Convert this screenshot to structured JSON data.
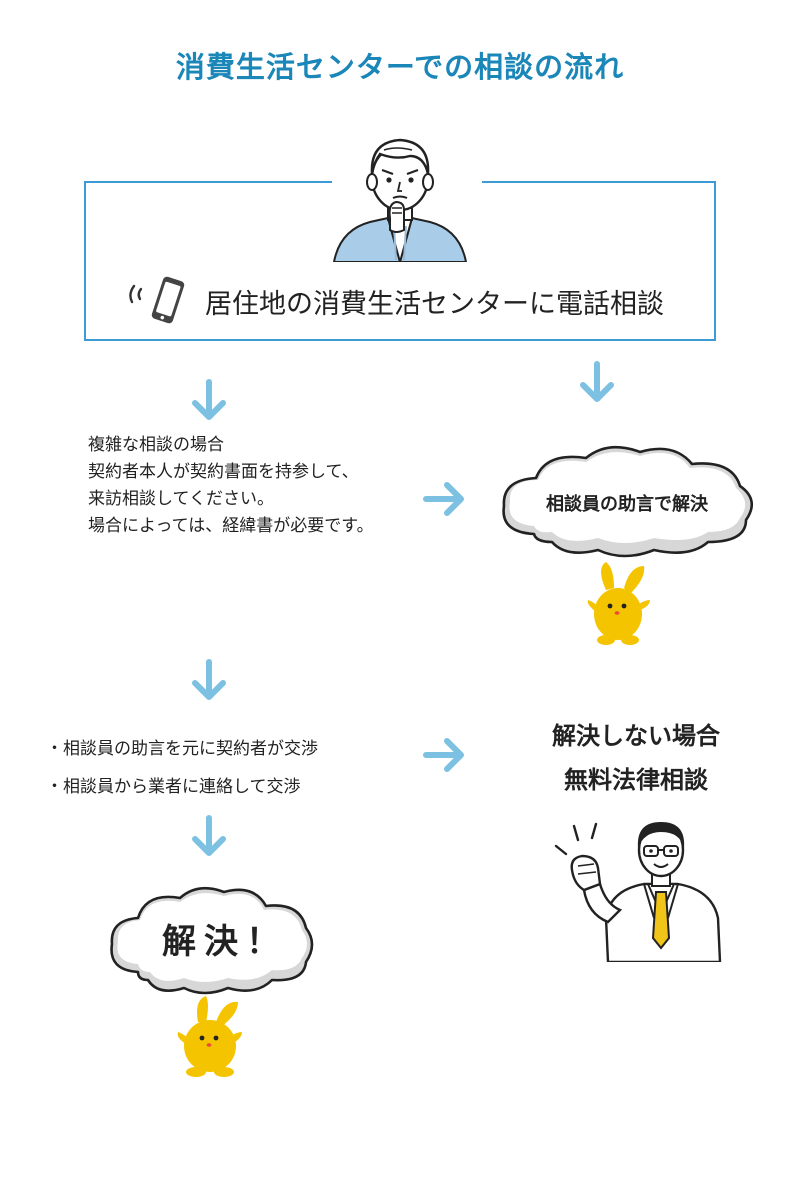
{
  "title": "消費生活センターでの相談の流れ",
  "step1": {
    "label": "居住地の消費生活センターに電話相談",
    "icon": "smartphone-ringing-icon"
  },
  "left_branch": {
    "lines": [
      "複雑な相談の場合",
      "契約者本人が契約書面を持参して、",
      "来訪相談してください。",
      "場合によっては、経緯書が必要です。"
    ]
  },
  "right_branch": {
    "cloud_label": "相談員の助言で解決"
  },
  "negotiation": {
    "items": [
      "・相談員の助言を元に契約者が交渉",
      "・相談員から業者に連絡して交渉"
    ]
  },
  "resolved": {
    "cloud_label": "解決！"
  },
  "legal": {
    "line1": "解決しない場合",
    "line2": "無料法律相談"
  },
  "colors": {
    "title": "#1b86b8",
    "frame": "#3c9bd6",
    "arrow": "#7cc0e2",
    "mascot": "#f5c400",
    "tie": "#f0c419"
  }
}
